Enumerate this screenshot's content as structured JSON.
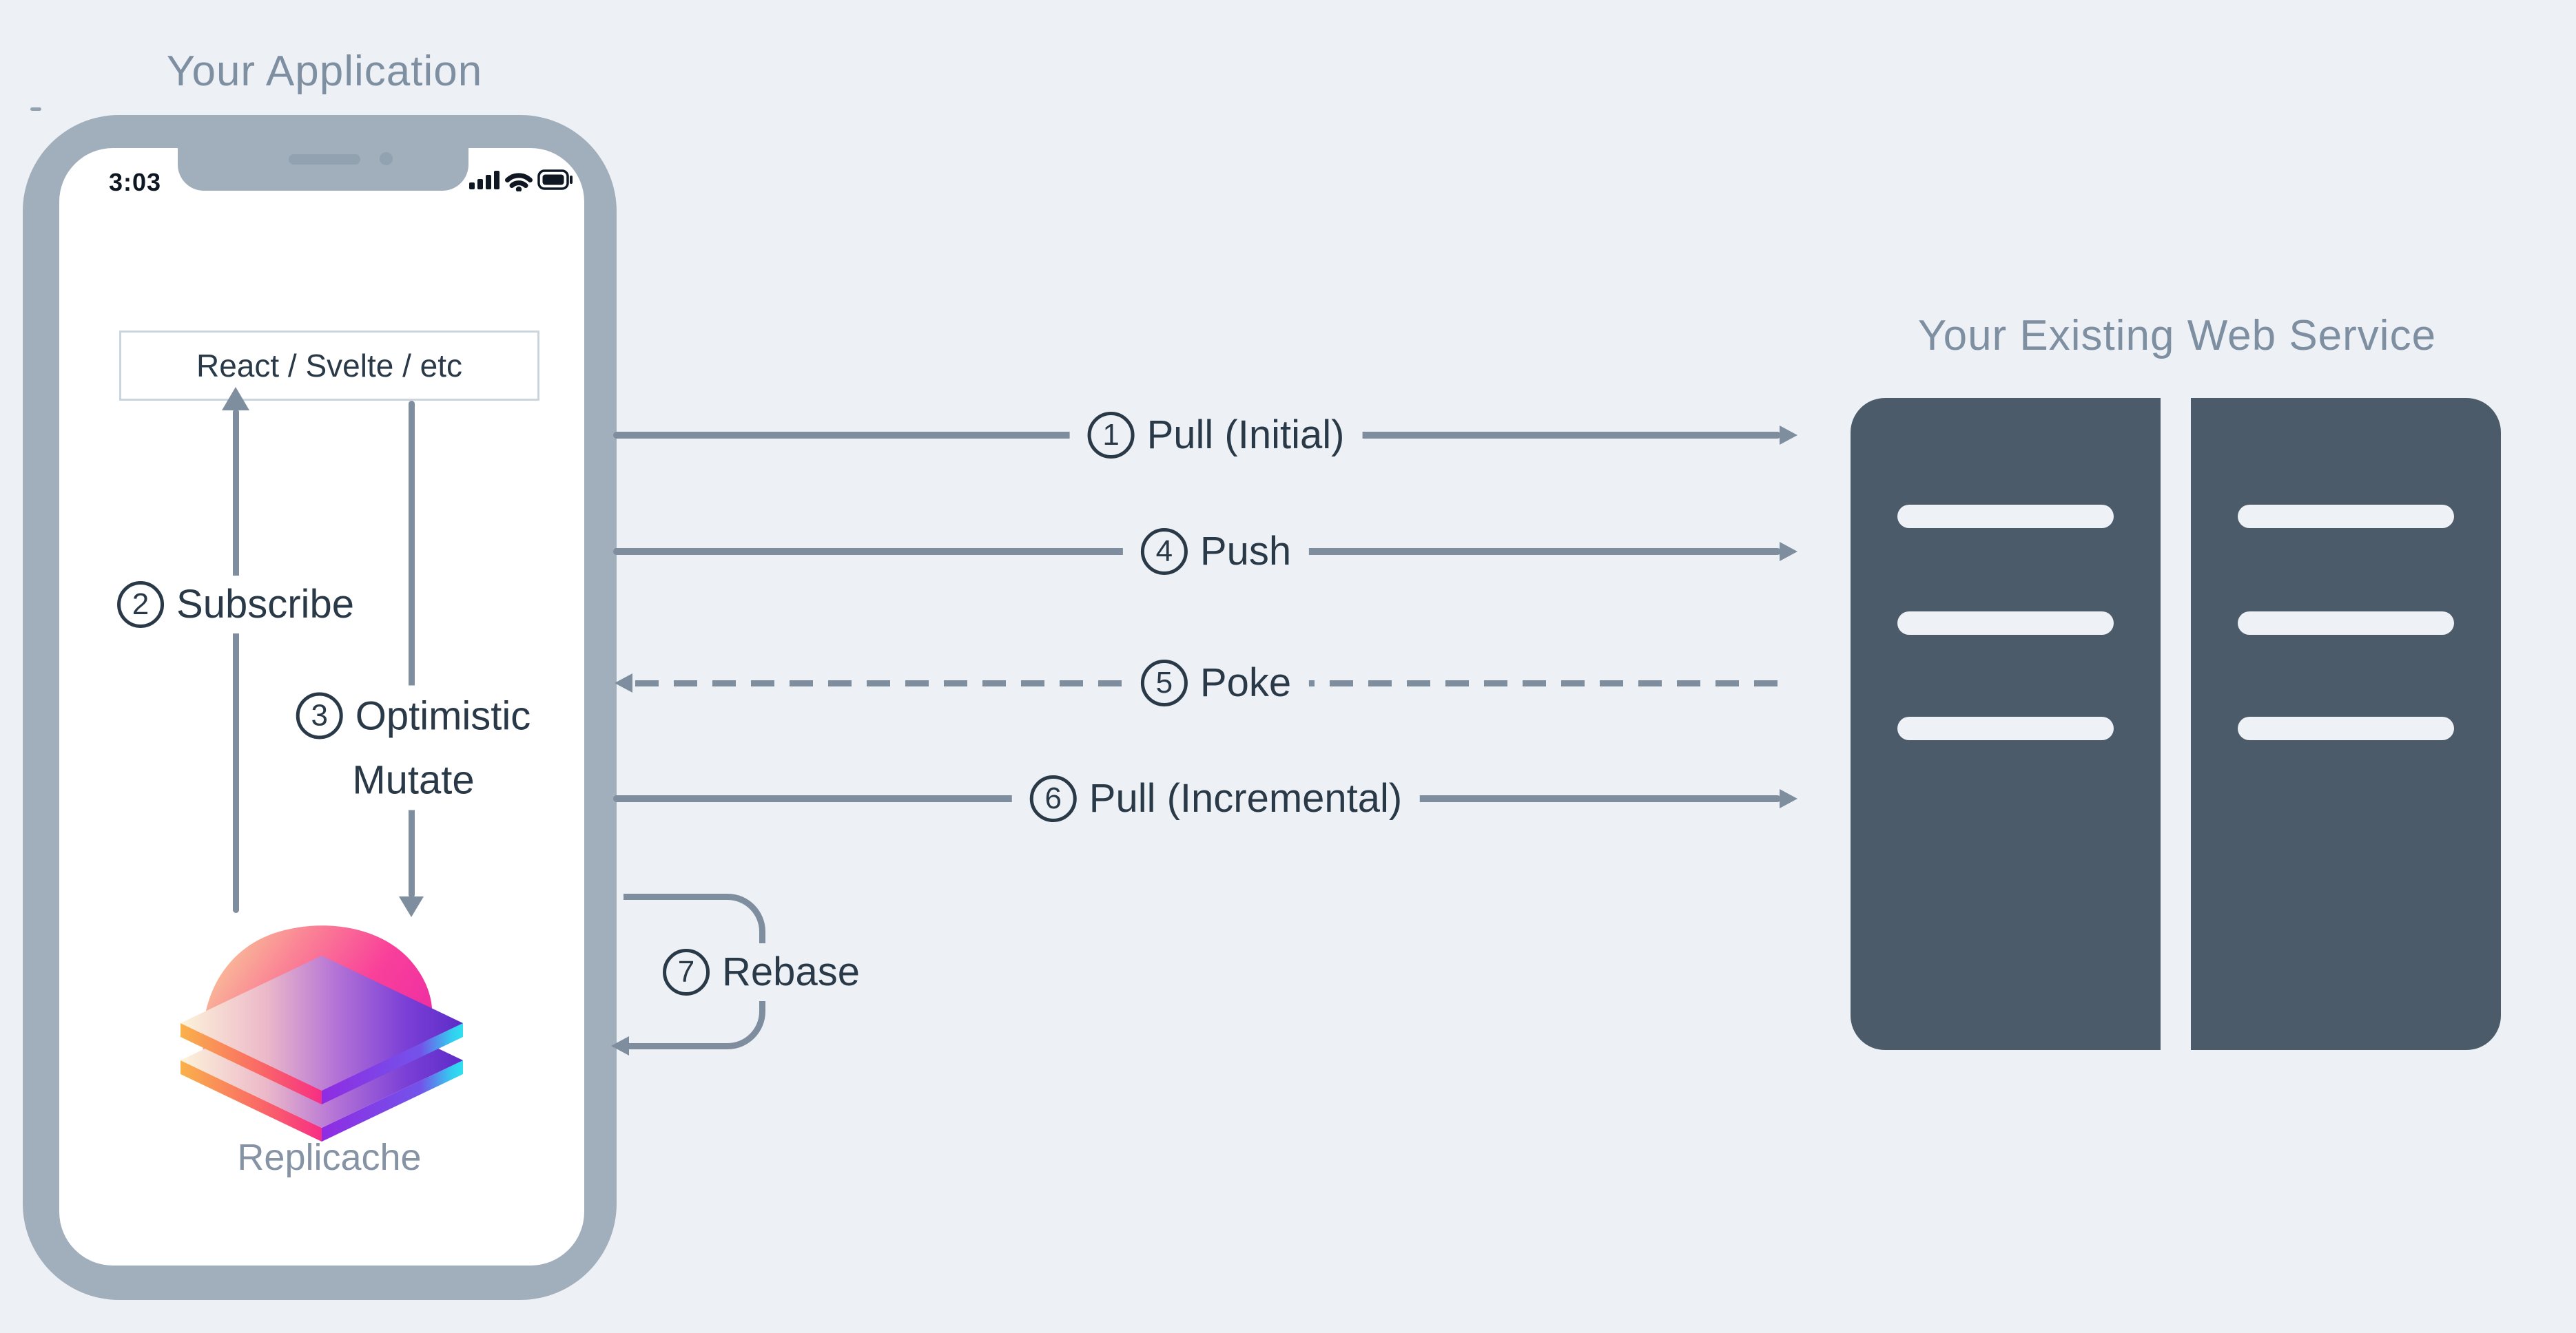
{
  "titles": {
    "application": "Your Application",
    "web_service": "Your Existing Web Service"
  },
  "phone": {
    "status_time": "3:03",
    "framework_box_label": "React / Svelte / etc",
    "logo_caption": "Replicache"
  },
  "internal_flows": {
    "subscribe": {
      "step": "2",
      "label": "Subscribe"
    },
    "optimistic_mutate": {
      "step": "3",
      "label_line1": "Optimistic",
      "label_line2": "Mutate"
    }
  },
  "flows": [
    {
      "step": "1",
      "label": "Pull (Initial)",
      "style": "solid",
      "direction": "to-server"
    },
    {
      "step": "4",
      "label": "Push",
      "style": "solid",
      "direction": "to-server"
    },
    {
      "step": "5",
      "label": "Poke",
      "style": "dashed",
      "direction": "to-app"
    },
    {
      "step": "6",
      "label": "Pull (Incremental)",
      "style": "solid",
      "direction": "to-server"
    },
    {
      "step": "7",
      "label": "Rebase",
      "style": "loop",
      "direction": "to-app"
    }
  ],
  "server": {
    "racks": 2,
    "slots_per_rack": 3
  },
  "icons": [
    "signal-icon",
    "wifi-icon",
    "battery-icon",
    "speaker-slot-icon",
    "camera-dot-icon"
  ],
  "colors": {
    "bg": "#edf1f5",
    "frame": "#a1aebb",
    "muted": "#93a2b1",
    "line": "#7e8e9e",
    "dark": "#2a3947",
    "title": "#7e8fa2",
    "rack": "#4b5b6a",
    "slot": "#eef2f6",
    "boxborder": "#cbd5dd",
    "status": "#0e1722",
    "caption": "#8593a5",
    "logo_pink": "#f9409a",
    "logo_orange": "#f8c57c",
    "logo_purple": "#7a3fd6",
    "logo_cyan": "#2fd8ee"
  }
}
